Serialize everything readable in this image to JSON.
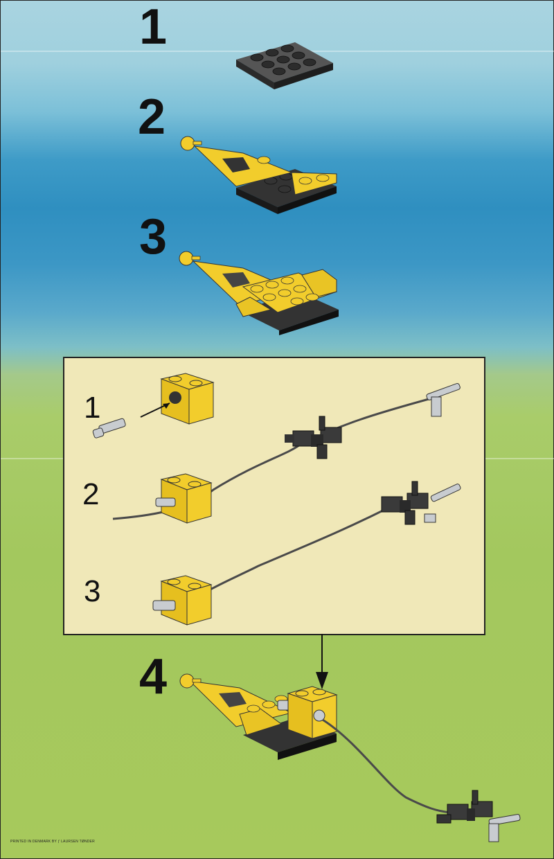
{
  "steps": [
    {
      "number": "1"
    },
    {
      "number": "2"
    },
    {
      "number": "3"
    },
    {
      "number": "4"
    }
  ],
  "sub_assembly": {
    "steps": [
      {
        "number": "1"
      },
      {
        "number": "2"
      },
      {
        "number": "3"
      }
    ]
  },
  "footer": {
    "printed_in": "PRINTED IN DENMARK BY",
    "printer": "LAURSEN TØNDER"
  },
  "colors": {
    "plate_dark": "#3a3a3a",
    "brick_yellow": "#f2cd2c",
    "panel_bg": "#f0e8b8",
    "string": "#4a4a4a",
    "light_grey": "#c8ccd0"
  }
}
